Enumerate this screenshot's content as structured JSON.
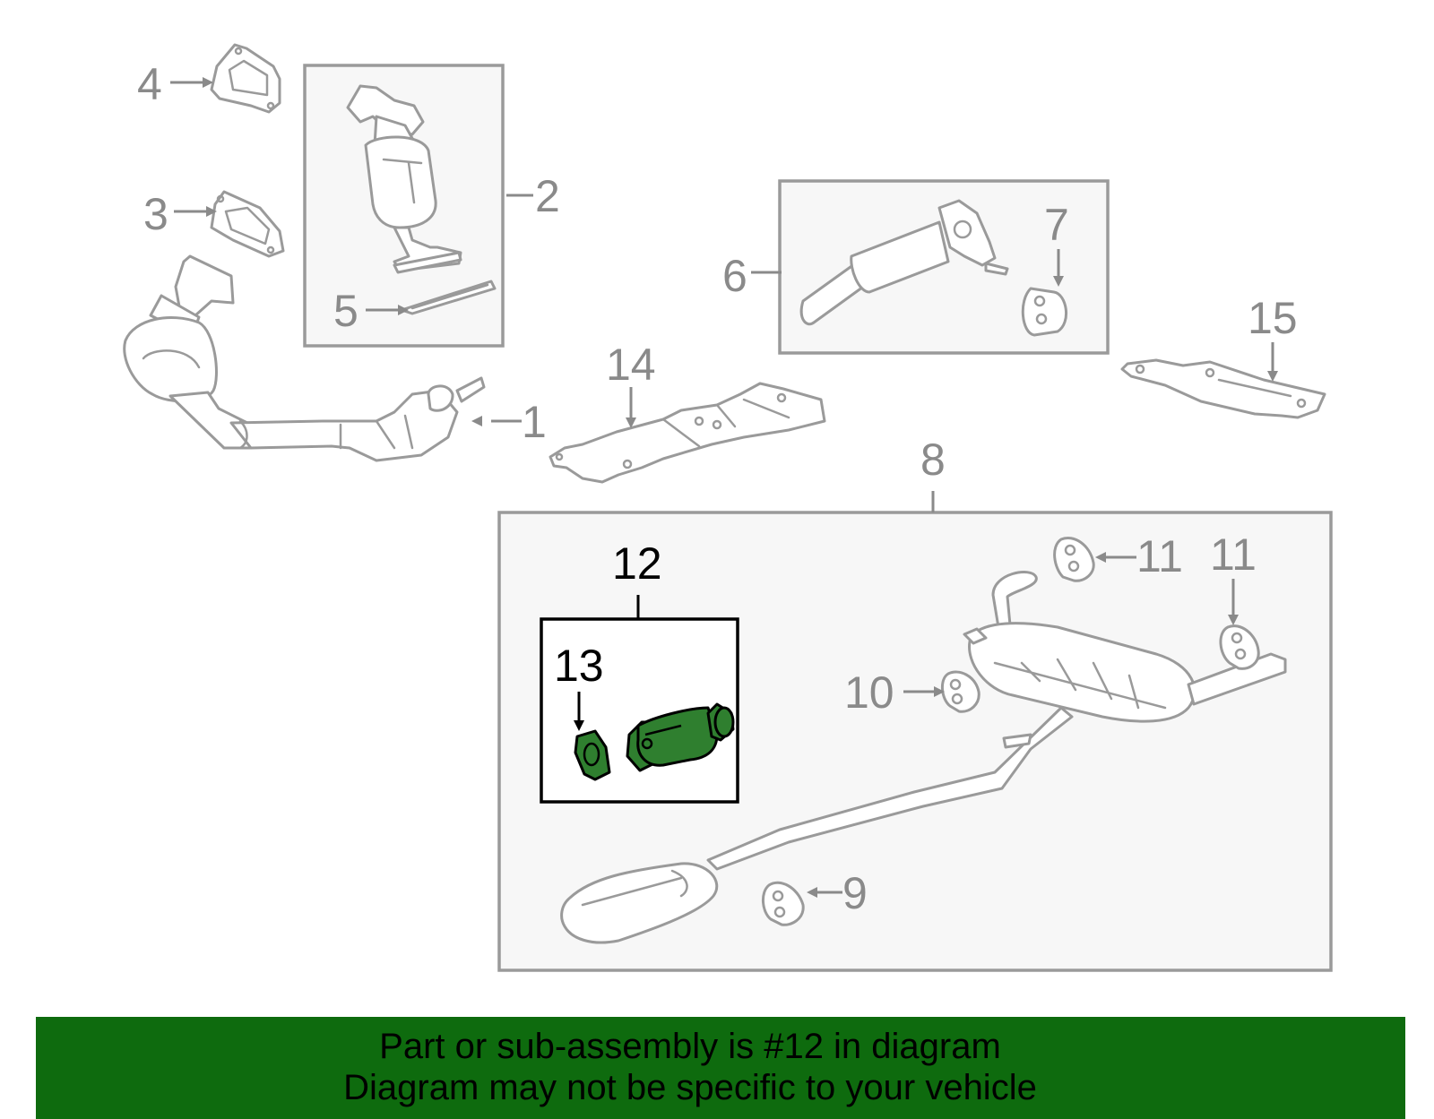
{
  "diagram": {
    "highlight_color": "#2f7f2f",
    "callouts": {
      "c1": "1",
      "c2": "2",
      "c3": "3",
      "c4": "4",
      "c5": "5",
      "c6": "6",
      "c7": "7",
      "c8": "8",
      "c9": "9",
      "c10": "10",
      "c11a": "11",
      "c11b": "11",
      "c12": "12",
      "c13": "13",
      "c14": "14",
      "c15": "15"
    }
  },
  "banner": {
    "background": "#0e6b0e",
    "line1": "Part or sub-assembly is #12 in diagram",
    "line2": "Diagram may not be specific to your vehicle"
  }
}
